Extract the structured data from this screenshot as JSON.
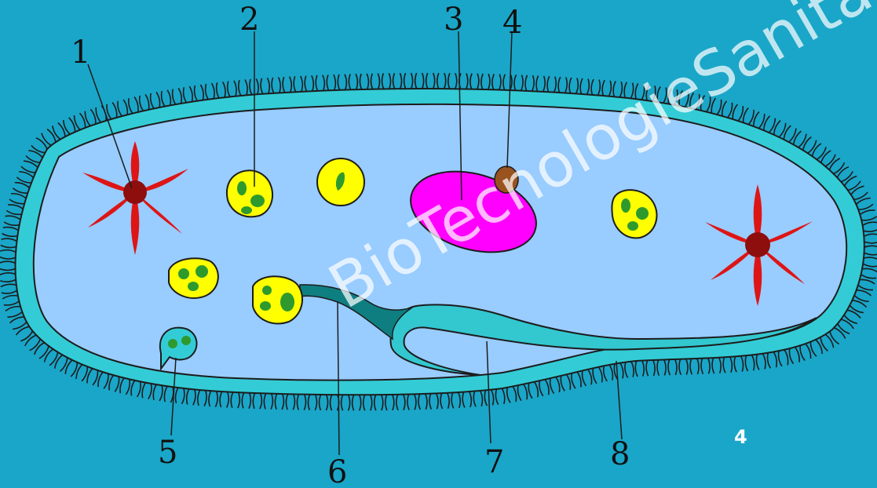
{
  "colors": {
    "background": "#1aa6c8",
    "pellicle": "#33ccd6",
    "cytoplasm": "#99ccff",
    "food_vacuole": "#ffff00",
    "food_particle": "#2e9a2e",
    "macronucleus": "#ff00ff",
    "micronucleus": "#99531f",
    "contractile_vacuole_arm": "#dd1515",
    "contractile_vacuole_center": "#8e0d0d",
    "gullet": "#33c7cf",
    "cytopharynx": "#0f7e80",
    "cilia": "#1c1c1c"
  },
  "labels": [
    "1",
    "2",
    "3",
    "4",
    "5",
    "6",
    "7",
    "8"
  ],
  "slide_number": "4",
  "watermark": "BioTecnologieSanitarie"
}
